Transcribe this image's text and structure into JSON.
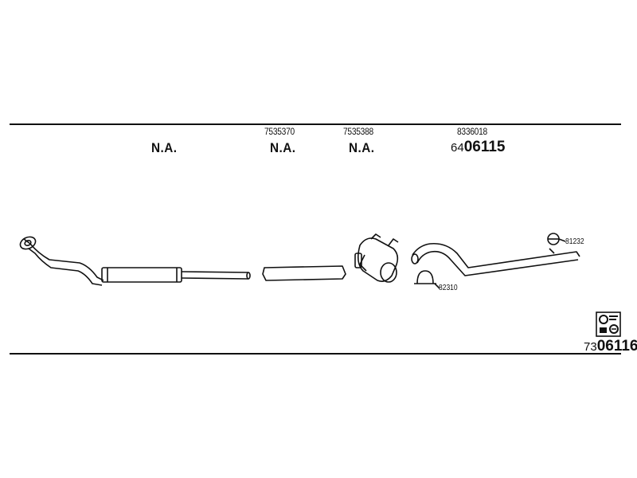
{
  "header": {
    "columns": [
      {
        "part_no": "",
        "status": "N.A."
      },
      {
        "part_no": "7535370",
        "status": "N.A."
      },
      {
        "part_no": "7535388",
        "status": "N.A."
      },
      {
        "part_no": "8336018",
        "code_prefix": "64",
        "code_main": "06115"
      }
    ]
  },
  "callouts": {
    "clamp_ring": "81232",
    "clamp_u": "82310"
  },
  "footer": {
    "code_prefix": "73",
    "code_main": "06116",
    "icon": "fitting-kit-icon"
  }
}
